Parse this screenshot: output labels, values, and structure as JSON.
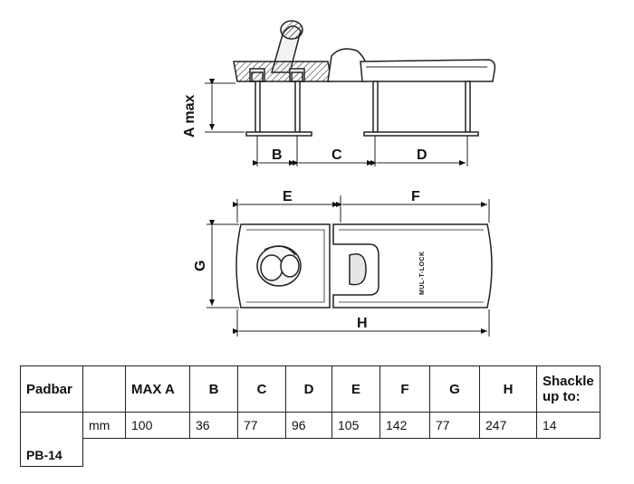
{
  "drawing": {
    "labels": {
      "a_max": "A max",
      "b": "B",
      "c": "C",
      "d": "D",
      "e": "E",
      "f": "F",
      "g": "G",
      "h": "H"
    },
    "brand_text": "MUL-T-LOCK"
  },
  "table": {
    "headers": [
      "Padbar",
      "",
      "MAX A",
      "B",
      "C",
      "D",
      "E",
      "F",
      "G",
      "H",
      "Shackle up to:"
    ],
    "rows": [
      {
        "model": "PB-14",
        "unit": "mm",
        "values": [
          "100",
          "36",
          "77",
          "96",
          "105",
          "142",
          "77",
          "247",
          "14"
        ]
      }
    ]
  }
}
